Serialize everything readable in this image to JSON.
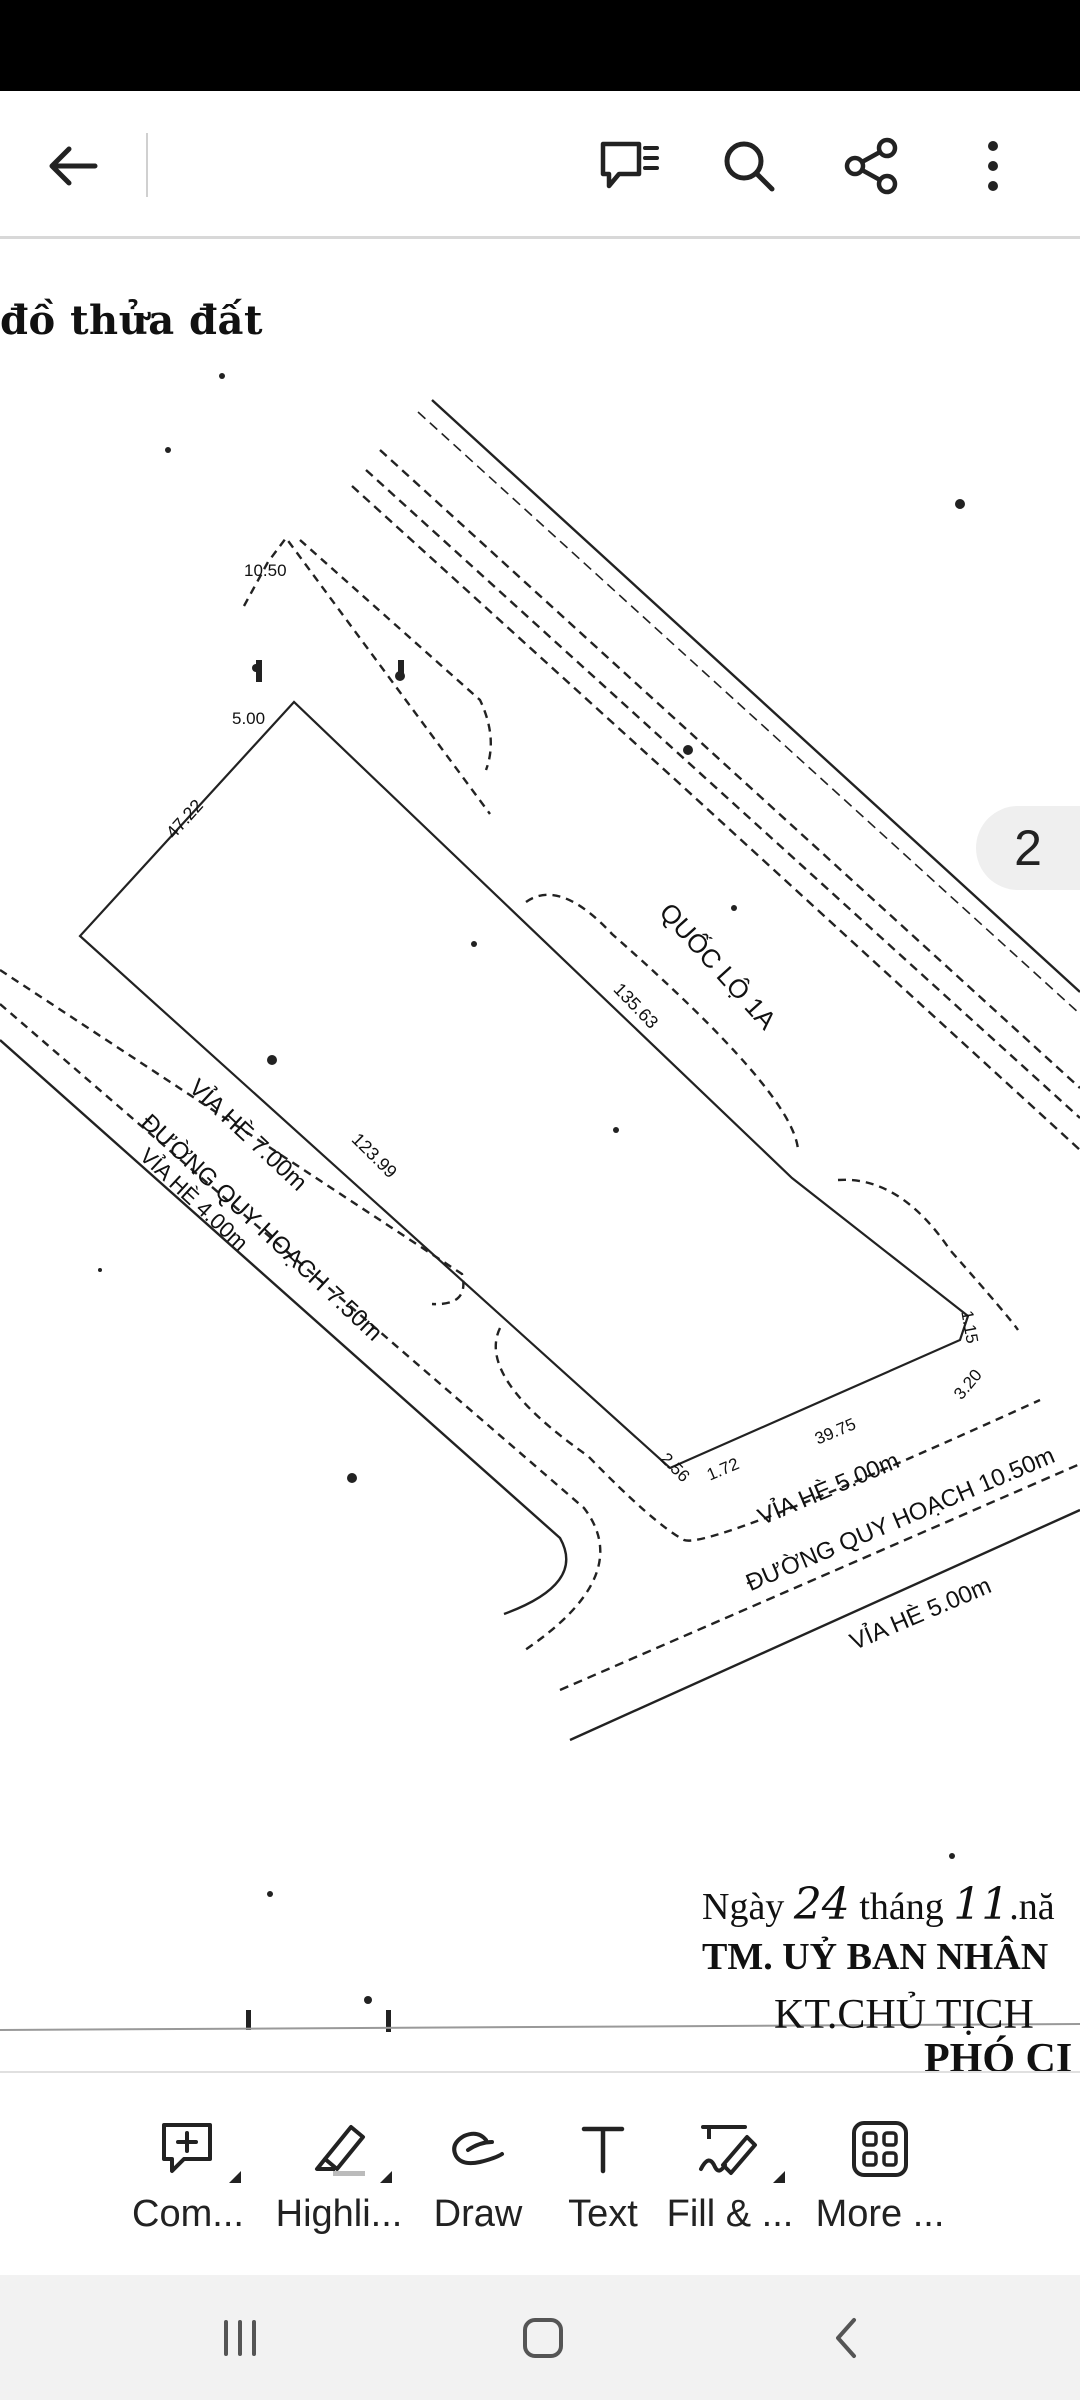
{
  "toolbar": {
    "back_icon": "arrow-left-icon",
    "comments_icon": "comments-list-icon",
    "search_icon": "search-icon",
    "share_icon": "share-icon",
    "more_icon": "more-vertical-icon"
  },
  "document": {
    "heading": "đồ thửa đất",
    "plan_labels": {
      "quoc_lo": "QUỐC LỘ 1A",
      "via_he_7": "VỈA HÈ 7.00m",
      "duong_750": "ĐƯỜNG QUY HOẠCH 7.50m",
      "via_he_4": "VỈA HÈ 4.00m",
      "via_he_5a": "VỈA HÈ 5.00m",
      "duong_1050": "ĐƯỜNG QUY HOẠCH 10.50m",
      "via_he_5b": "VỈA HÈ 5.00m",
      "d_1050": "10.50",
      "d_500": "5.00",
      "d_4722": "47.22",
      "d_13563": "135.63",
      "d_12399": "123.99",
      "d_3975": "39.75",
      "d_172": "1.72",
      "d_256": "2.56",
      "d_320": "3.20",
      "d_115": "1.15"
    },
    "signature": {
      "date_prefix": "Ngày",
      "day": "24",
      "month_word": "tháng",
      "month": "11",
      "year_word": ".nă",
      "org_line": "TM. UỶ BAN NHÂN",
      "role_line": "KT.CHỦ TỊCH",
      "role_line2": "PHÓ CI"
    }
  },
  "page_indicator": "2",
  "bottom_tools": [
    {
      "label": "Com...",
      "icon": "comment-add-icon"
    },
    {
      "label": "Highli...",
      "icon": "highlighter-icon"
    },
    {
      "label": "Draw",
      "icon": "draw-icon"
    },
    {
      "label": "Text",
      "icon": "text-icon"
    },
    {
      "label": "Fill & ...",
      "icon": "fill-sign-icon"
    },
    {
      "label": "More ...",
      "icon": "more-tools-grid-icon"
    }
  ],
  "nav": {
    "recents_icon": "recents-icon",
    "home_icon": "home-icon",
    "back_icon": "back-chevron-icon"
  }
}
